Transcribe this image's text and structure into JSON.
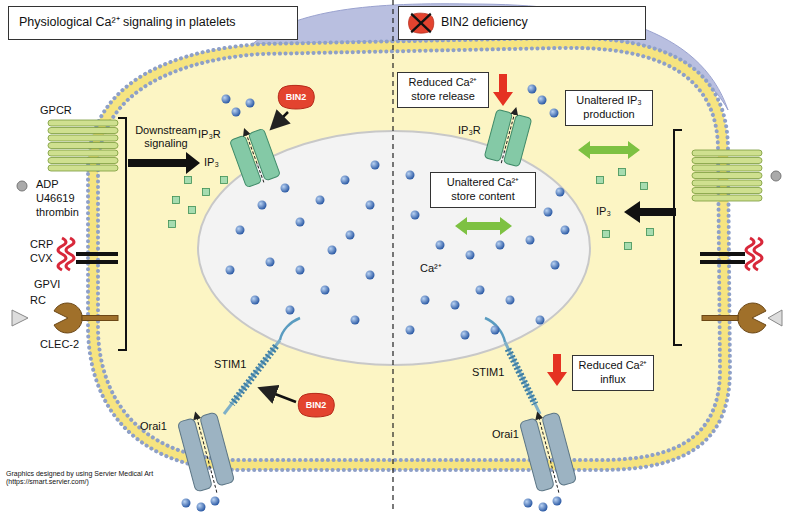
{
  "diagram": {
    "nodes": [
      {
        "text": [
          "Physiological Ca²⁺ signaling in platelets"
        ]
      },
      {
        "text": [
          "BIN2 deficiency"
        ]
      },
      {
        "text": [
          "BIN2"
        ]
      },
      {
        "text": [
          "Reduced Ca²⁺ store release"
        ]
      },
      {
        "text": [
          "Unaltered IP₃ production"
        ]
      },
      {
        "text": [
          "Unaltered Ca²⁺ store content"
        ]
      },
      {
        "text": [
          "BIN2"
        ]
      },
      {
        "text": [
          "Reduced Ca²⁺ influx"
        ]
      }
    ],
    "labels": [
      "GPCR",
      "ADP",
      "U46619",
      "thrombin",
      "CRP",
      "CVX",
      "GPVI",
      "RC",
      "CLEC-2",
      "Downstream signaling",
      "IP₃",
      "IP₃R",
      "STIM1",
      "Orai1",
      "IP₃R",
      "Ca²⁺",
      "IP₃",
      "STIM1",
      "Orai1",
      "Graphics designed by using Servier Medical Art (https://smart.servier.com/)"
    ]
  }
}
